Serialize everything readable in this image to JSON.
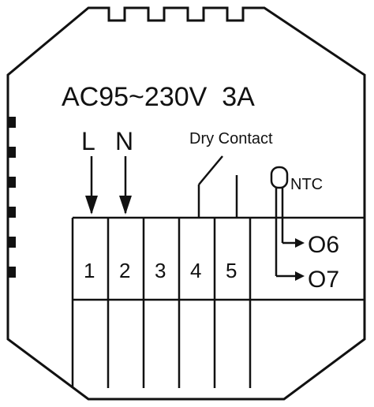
{
  "rating": "AC95~230V  3A",
  "line_label": "L",
  "neutral_label": "N",
  "dry_contact_label": "Dry Contact",
  "ntc_label": "NTC",
  "terminals": [
    "1",
    "2",
    "3",
    "4",
    "5"
  ],
  "outputs": [
    "O6",
    "O7"
  ],
  "colors": {
    "stroke": "#111111",
    "background": "#ffffff"
  }
}
